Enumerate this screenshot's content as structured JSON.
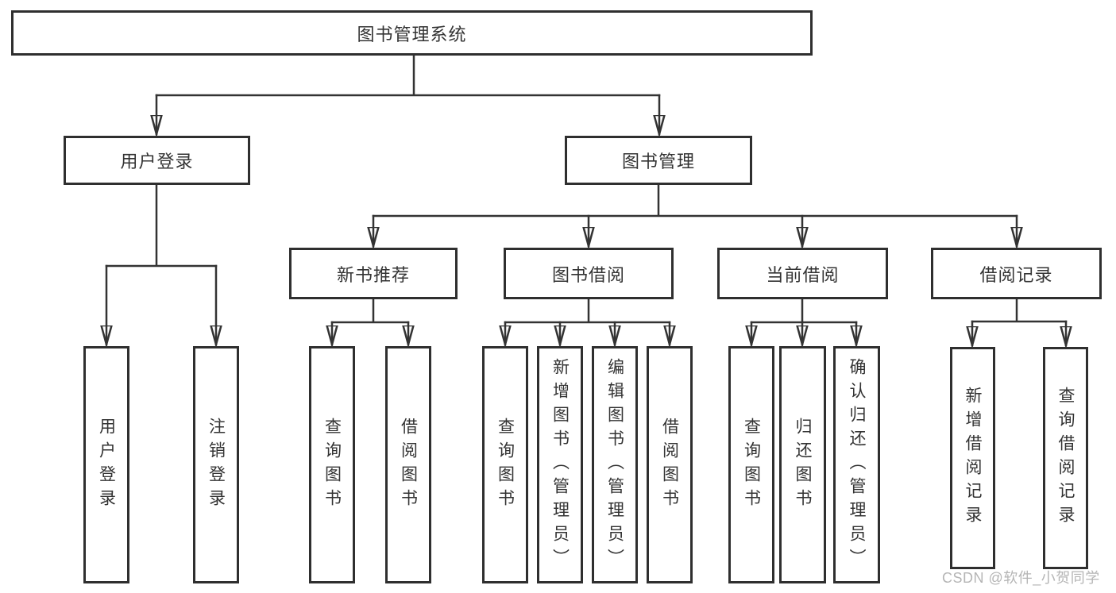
{
  "nodes": {
    "root": {
      "label": "图书管理系统"
    },
    "user_login": {
      "label": "用户登录"
    },
    "book_management": {
      "label": "图书管理"
    },
    "new_book_recommendation": {
      "label": "新书推荐"
    },
    "book_borrowing": {
      "label": "图书借阅"
    },
    "current_borrowing": {
      "label": "当前借阅"
    },
    "borrowing_records": {
      "label": "借阅记录"
    },
    "login_leaf": {
      "label": "用户登录"
    },
    "logout_leaf": {
      "label": "注销登录"
    },
    "nb_query_books": {
      "label": "查询图书"
    },
    "nb_borrow_books": {
      "label": "借阅图书"
    },
    "bb_query_books": {
      "label": "查询图书"
    },
    "bb_add_books": {
      "label": "新增图书（管理员）"
    },
    "bb_edit_books": {
      "label": "编辑图书（管理员）"
    },
    "bb_borrow_books": {
      "label": "借阅图书"
    },
    "cb_query_books": {
      "label": "查询图书"
    },
    "cb_return_books": {
      "label": "归还图书"
    },
    "cb_confirm_return": {
      "label": "确认归还（管理员）"
    },
    "br_add_record": {
      "label": "新增借阅记录"
    },
    "br_query_record": {
      "label": "查询借阅记录"
    }
  },
  "watermark": {
    "text": "CSDN @软件_小贺同学"
  },
  "colors": {
    "line": "#333333",
    "box_border": "#2f2f2f",
    "text": "#333333",
    "watermark": "#b5b5b5",
    "background": "#ffffff"
  }
}
